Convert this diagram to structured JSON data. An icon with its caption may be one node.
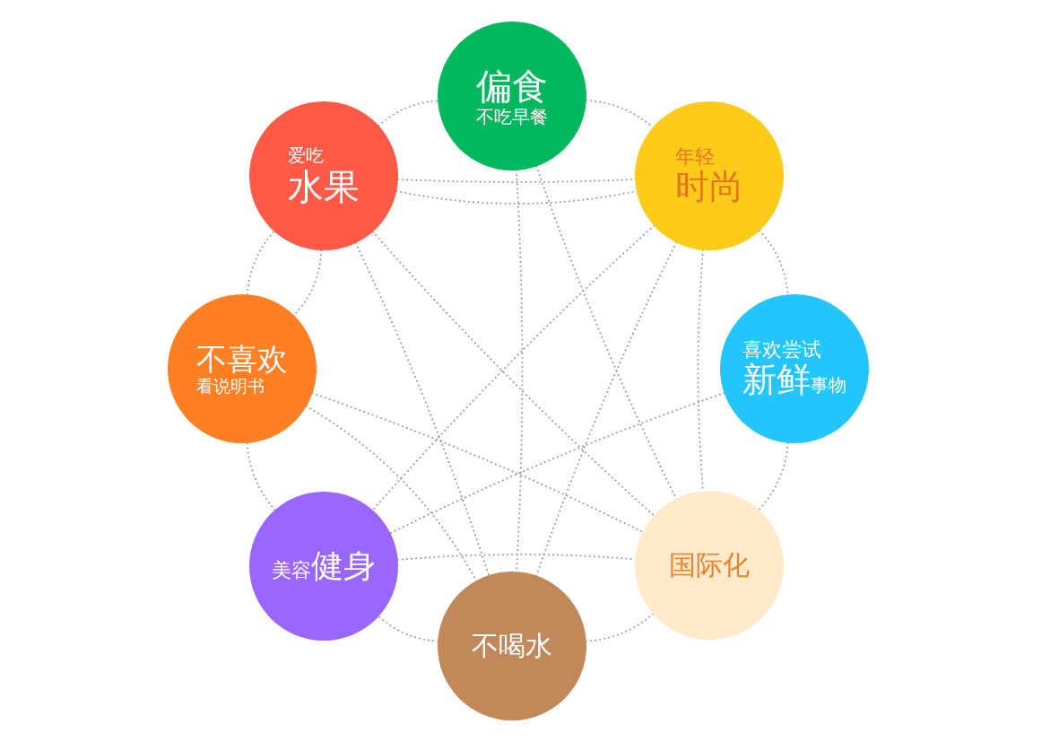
{
  "diagram": {
    "nodes": [
      {
        "text": [
          "偏食",
          "不吃早餐"
        ]
      },
      {
        "text": [
          "年轻",
          "时尚"
        ]
      },
      {
        "text": [
          "喜欢尝试",
          "新鲜",
          "事物"
        ]
      },
      {
        "text": [
          "国际化"
        ]
      },
      {
        "text": [
          "不喝水"
        ]
      },
      {
        "text": [
          "美容",
          "健身"
        ]
      },
      {
        "text": [
          "不喜欢",
          "看说明书"
        ]
      },
      {
        "text": [
          "爱吃",
          "水果"
        ]
      }
    ],
    "edges": [
      {
        "from": 0,
        "to": 1,
        "arrow": "none",
        "style": "dashed"
      },
      {
        "from": 1,
        "to": 2,
        "arrow": "none",
        "style": "dashed"
      },
      {
        "from": 2,
        "to": 3,
        "arrow": "none",
        "style": "dashed"
      },
      {
        "from": 3,
        "to": 4,
        "arrow": "none",
        "style": "dashed"
      },
      {
        "from": 4,
        "to": 5,
        "arrow": "none",
        "style": "dashed"
      },
      {
        "from": 5,
        "to": 6,
        "arrow": "none",
        "style": "dashed"
      },
      {
        "from": 6,
        "to": 7,
        "arrow": "none",
        "style": "dashed"
      },
      {
        "from": 7,
        "to": 0,
        "arrow": "none",
        "style": "dashed"
      },
      {
        "from": 7,
        "to": 1,
        "arrow": "none",
        "style": "dashed"
      },
      {
        "from": 7,
        "to": 1,
        "arrow": "none",
        "style": "dashed"
      },
      {
        "from": 0,
        "to": 4,
        "arrow": "none",
        "style": "dashed"
      },
      {
        "from": 0,
        "to": 3,
        "arrow": "none",
        "style": "dashed"
      },
      {
        "from": 7,
        "to": 3,
        "arrow": "none",
        "style": "dashed"
      },
      {
        "from": 7,
        "to": 4,
        "arrow": "none",
        "style": "dashed"
      },
      {
        "from": 7,
        "to": 6,
        "arrow": "none",
        "style": "dashed"
      },
      {
        "from": 1,
        "to": 5,
        "arrow": "none",
        "style": "dashed"
      },
      {
        "from": 1,
        "to": 4,
        "arrow": "none",
        "style": "dashed"
      },
      {
        "from": 2,
        "to": 5,
        "arrow": "none",
        "style": "dashed"
      },
      {
        "from": 6,
        "to": 3,
        "arrow": "none",
        "style": "dashed"
      },
      {
        "from": 6,
        "to": 4,
        "arrow": "none",
        "style": "dashed"
      },
      {
        "from": 1,
        "to": 3,
        "arrow": "none",
        "style": "dashed"
      },
      {
        "from": 5,
        "to": 3,
        "arrow": "none",
        "style": "dashed"
      }
    ]
  }
}
